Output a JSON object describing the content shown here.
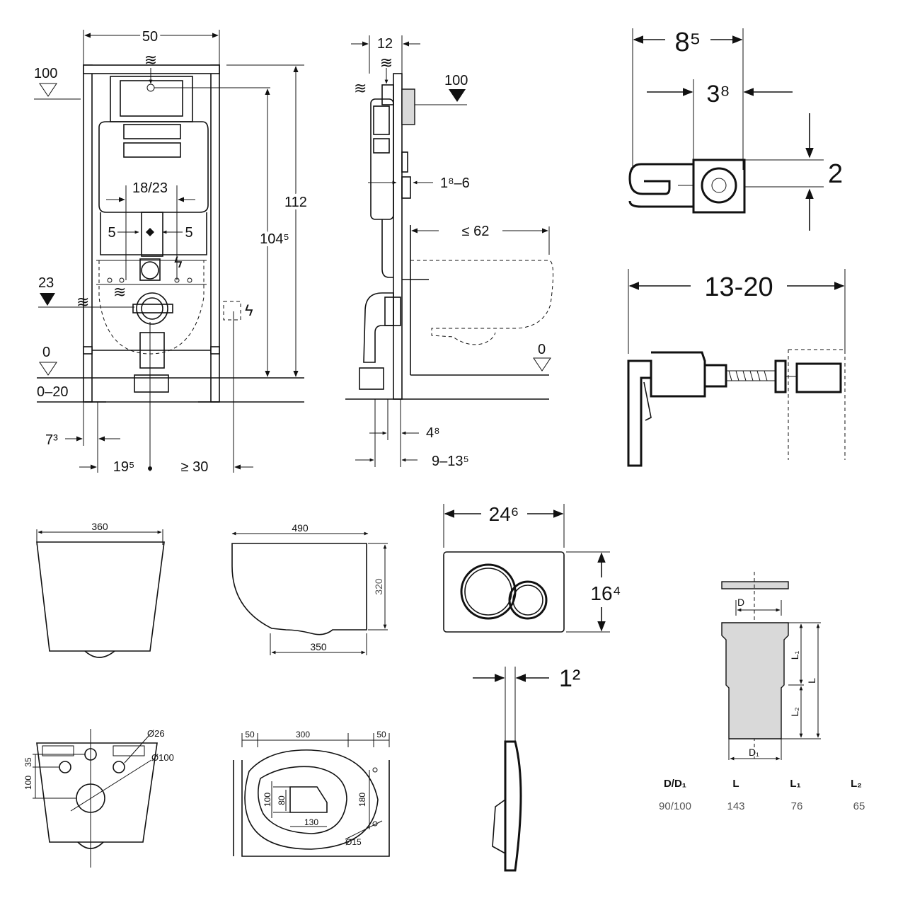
{
  "front_view": {
    "width": "50",
    "level_100": "100",
    "height_112": "112",
    "height_1045": "104⁵",
    "spacing_1823": "18/23",
    "offset_5_left": "5",
    "offset_5_right": "5",
    "level_23": "23",
    "level_0": "0",
    "range_0_20": "0–20",
    "dim_73": "7³",
    "dim_195": "19⁵",
    "dim_ge30": "≥ 30"
  },
  "side_view": {
    "depth_12": "12",
    "level_100": "100",
    "range_18_6": "1⁸–6",
    "projection_le62": "≤ 62",
    "level_0": "0",
    "dim_48": "4⁸",
    "range_9_135": "9–13⁵"
  },
  "bracket": {
    "width_85": "8⁵",
    "width_38": "3⁸",
    "height_2": "2",
    "span_13_20": "13-20"
  },
  "bowl_front": {
    "width": "360"
  },
  "bowl_side": {
    "length": "490",
    "height": "320",
    "base": "350"
  },
  "flush_plate": {
    "width": "24⁶",
    "height": "16⁴",
    "thickness": "1²"
  },
  "bowl_rear": {
    "d26": "Ø26",
    "d100": "Ø100",
    "d35": "35",
    "d100v": "100"
  },
  "bowl_top": {
    "d50a": "50",
    "d300": "300",
    "d50b": "50",
    "d100": "100",
    "d80": "80",
    "d130": "130",
    "d180": "180",
    "d15": "Ø15"
  },
  "connector": {
    "label_d": "D",
    "label_l1": "L₁",
    "label_l": "L",
    "label_l2": "L₂",
    "label_d1": "D₁",
    "table_headers": [
      "D/D₁",
      "L",
      "L₁",
      "L₂"
    ],
    "table_values": [
      "90/100",
      "143",
      "76",
      "65"
    ]
  }
}
